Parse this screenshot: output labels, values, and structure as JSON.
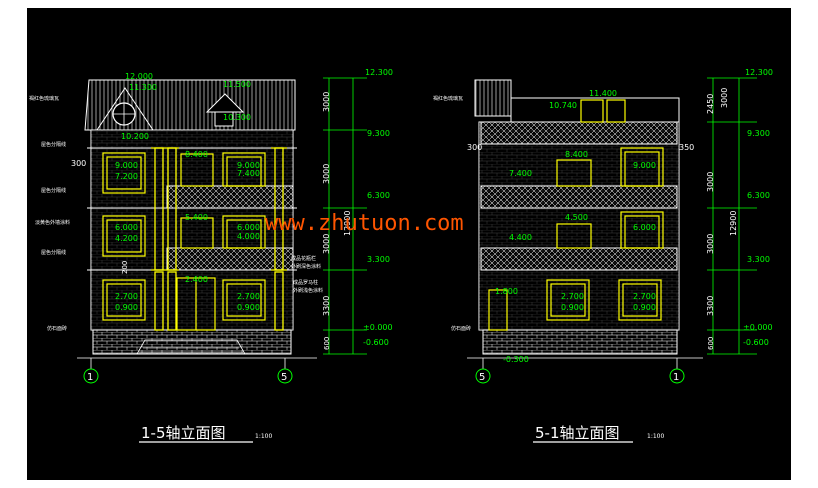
{
  "watermark": "www.zhutuon.com",
  "colors": {
    "background": "#000000",
    "lines": "#ffffff",
    "levels": "#00ff00",
    "columns": "#ffff00",
    "windows": "#ffff00",
    "watermark": "#ff5500"
  },
  "left": {
    "title": "1-5轴立面图",
    "scale": "1:100",
    "axes": [
      "1",
      "5"
    ],
    "roof_labels": [
      "12.000",
      "11.300",
      "11.500",
      "10.300",
      "10.200"
    ],
    "window_labels": [
      "9.000",
      "7.200",
      "8.400",
      "9.000",
      "7.400",
      "6.000",
      "4.200",
      "5.400",
      "6.000",
      "4.000",
      "2.700",
      "0.900",
      "2.400",
      "2.700",
      "0.900"
    ],
    "left_notes": [
      "褐红色琉璃瓦",
      "屋色分隔线",
      "屋色分隔线",
      "淡黄色外墙涂料",
      "屋色分隔线",
      "仿石面砖"
    ],
    "right_notes": [
      "成品花瓶栏",
      "外刷深色涂料",
      "成品罗马柱",
      "外刷浅色涂料"
    ],
    "small_dims": [
      "300",
      "200"
    ],
    "dims": [
      "3000",
      "3000",
      "3000",
      "3300",
      "600"
    ],
    "total": "12900",
    "levels": [
      "12.300",
      "9.300",
      "6.300",
      "3.300",
      "±0.000",
      "-0.600"
    ]
  },
  "right": {
    "title": "5-1轴立面图",
    "scale": "1:100",
    "axes": [
      "5",
      "1"
    ],
    "roof_labels": [
      "11.400",
      "10.740"
    ],
    "window_labels": [
      "8.400",
      "9.000",
      "7.400",
      "4.500",
      "6.000",
      "4.400",
      "1.800",
      "2.700",
      "0.900",
      "2.700",
      "0.900"
    ],
    "left_notes": [
      "褐红色琉璃瓦",
      "仿石面砖"
    ],
    "small_dims": [
      "300",
      "350"
    ],
    "neg": "-0.300",
    "dims": [
      "2450",
      "3000",
      "3000",
      "3000",
      "3300",
      "600"
    ],
    "total": "12900",
    "levels": [
      "12.300",
      "9.300",
      "6.300",
      "3.300",
      "±0.000",
      "-0.600"
    ]
  }
}
